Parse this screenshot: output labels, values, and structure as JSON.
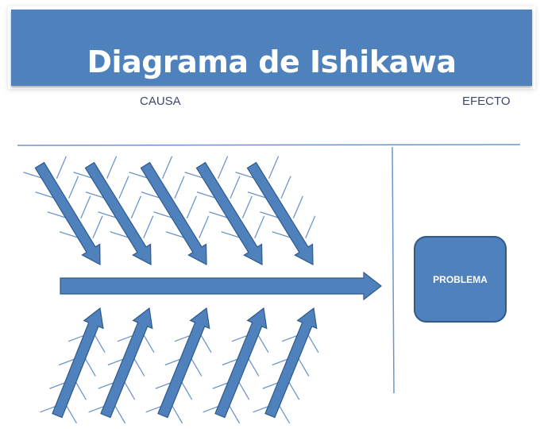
{
  "header": {
    "title": "Diagrama de Ishikawa"
  },
  "labels": {
    "cause": "CAUSA",
    "effect": "EFECTO"
  },
  "effect_box": {
    "label": "PROBLEMA"
  },
  "colors": {
    "primary": "#4f81bd",
    "outline": "#2f5a8a",
    "bone_line": "#6d95cc"
  },
  "diagram": {
    "top_cause_arrows": 5,
    "bottom_cause_arrows": 5
  }
}
